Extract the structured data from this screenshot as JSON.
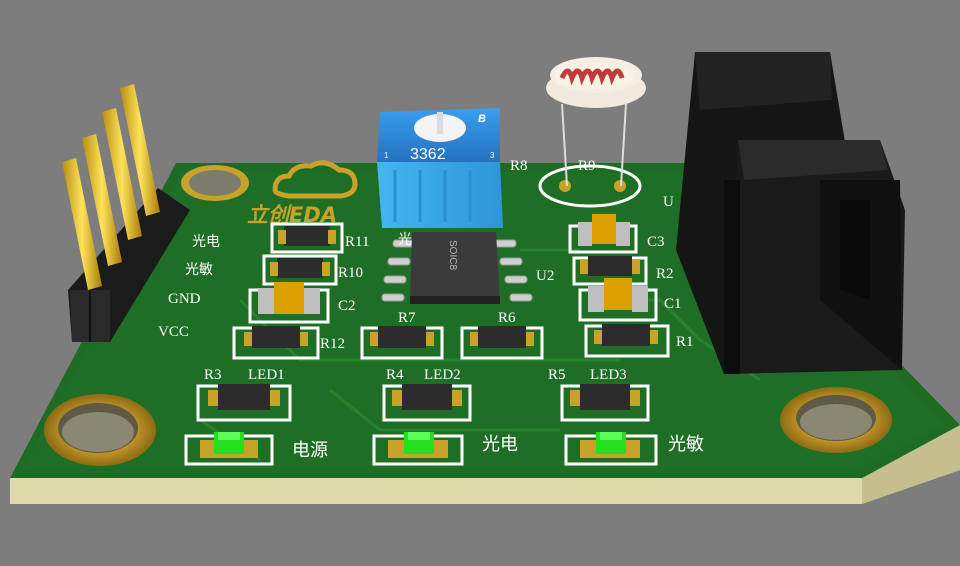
{
  "board": {
    "logo_text": "立创EDA",
    "pin_labels": [
      "光电",
      "光敏",
      "GND",
      "VCC"
    ],
    "potentiometer": {
      "model": "3362",
      "mark": "B",
      "pin_left": "1",
      "pin_right": "3",
      "ref": "R8"
    },
    "ldr_ref": "R9",
    "ic": {
      "package": "SOIC8",
      "ref": "U2"
    },
    "designators": {
      "R11": "R11",
      "R10": "R10",
      "C2": "C2",
      "R12": "R12",
      "R7": "R7",
      "R6": "R6",
      "C3": "C3",
      "R2": "R2",
      "C1": "C1",
      "R1": "R1",
      "R3": "R3",
      "R4": "R4",
      "R5": "R5",
      "LED1": "LED1",
      "LED2": "LED2",
      "LED3": "LED3",
      "guang_partial": "光"
    },
    "led_labels": [
      "电源",
      "光电",
      "光敏"
    ],
    "edge_mark": "U"
  },
  "colors": {
    "background": "#7d7d7d",
    "pcb_green": "#1d6b24",
    "pcb_edge": "#d9d5a3",
    "silkscreen": "#ffffff",
    "gold": "#c9a22a",
    "led_green": "#22e01e",
    "pot_blue": "#2a86d8"
  }
}
